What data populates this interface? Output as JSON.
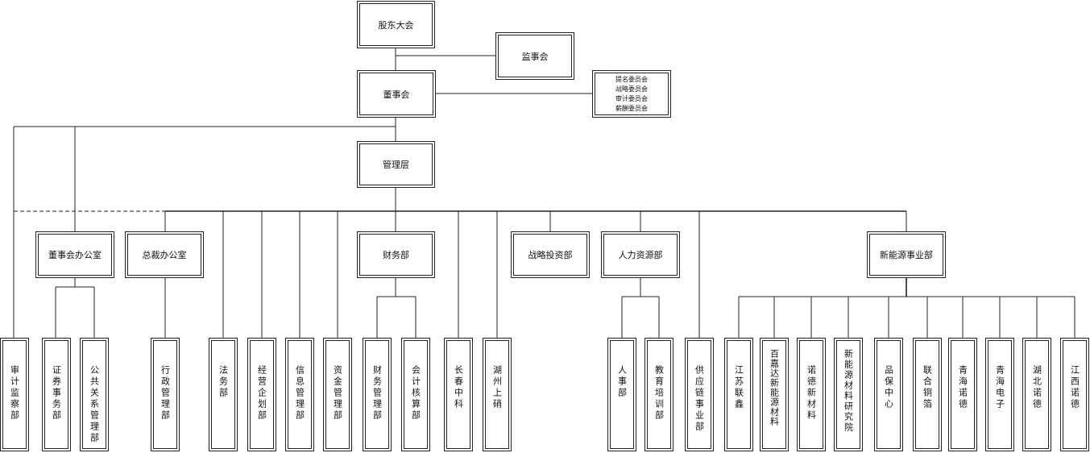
{
  "top": {
    "shareholders": "股东大会",
    "supervisors": "监事会",
    "board": "董事会",
    "committees": [
      "提名委员会",
      "战略委员会",
      "审计委员会",
      "薪酬委员会"
    ],
    "management": "管理层"
  },
  "departments": {
    "board_office": "董事会办公室",
    "president_office": "总裁办公室",
    "finance": "财务部",
    "strategy": "战略投资部",
    "hr": "人力资源部",
    "new_energy": "新能源事业部"
  },
  "units": [
    "审计监察部",
    "证券事务部",
    "公共关系管理部",
    "行政管理部",
    "法务部",
    "经营企划部",
    "信息管理部",
    "资金管理部",
    "财务管理部",
    "会计核算部",
    "长春中科",
    "湖州上硝",
    "人事部",
    "教育培训部",
    "供应链事业部",
    "江苏联鑫",
    "百嘉达新能源材料",
    "诺德新材料",
    "新能源材料研究院",
    "品保中心",
    "联合铜箔",
    "青海诺德",
    "青海电子",
    "湖北诺德",
    "江西诺德"
  ]
}
